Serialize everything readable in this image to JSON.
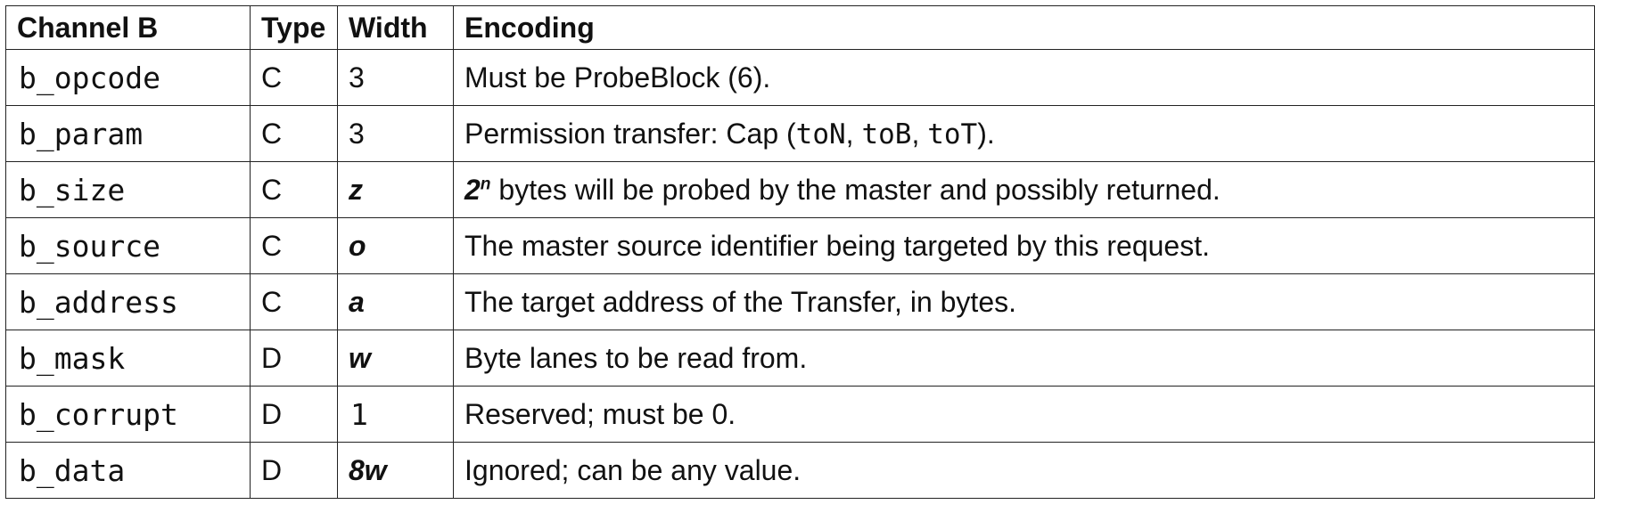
{
  "headers": {
    "signal": "Channel B",
    "type": "Type",
    "width": "Width",
    "encoding": "Encoding"
  },
  "rows": [
    {
      "signal": "b_opcode",
      "type": "C",
      "width": "3",
      "encoding": "Must be ProbeBlock (6)."
    },
    {
      "signal": "b_param",
      "type": "C",
      "width": "3",
      "encoding_prefix": "Permission transfer: Cap (",
      "code1": "toN",
      "sep1": ", ",
      "code2": "toB",
      "sep2": ", ",
      "code3": "toT",
      "encoding_suffix": ")."
    },
    {
      "signal": "b_size",
      "type": "C",
      "width": "z",
      "base": "2",
      "exponent": "n",
      "encoding_rest": " bytes will be probed by the master and possibly returned."
    },
    {
      "signal": "b_source",
      "type": "C",
      "width": "o",
      "encoding": "The master source identifier being targeted by this request."
    },
    {
      "signal": "b_address",
      "type": "C",
      "width": "a",
      "encoding": "The target address of the Transfer, in bytes."
    },
    {
      "signal": "b_mask",
      "type": "D",
      "width": "w",
      "encoding": "Byte lanes to be read from."
    },
    {
      "signal": "b_corrupt",
      "type": "D",
      "width": "1",
      "encoding": "Reserved; must be 0."
    },
    {
      "signal": "b_data",
      "type": "D",
      "width": "8w",
      "encoding": "Ignored; can be any value."
    }
  ]
}
